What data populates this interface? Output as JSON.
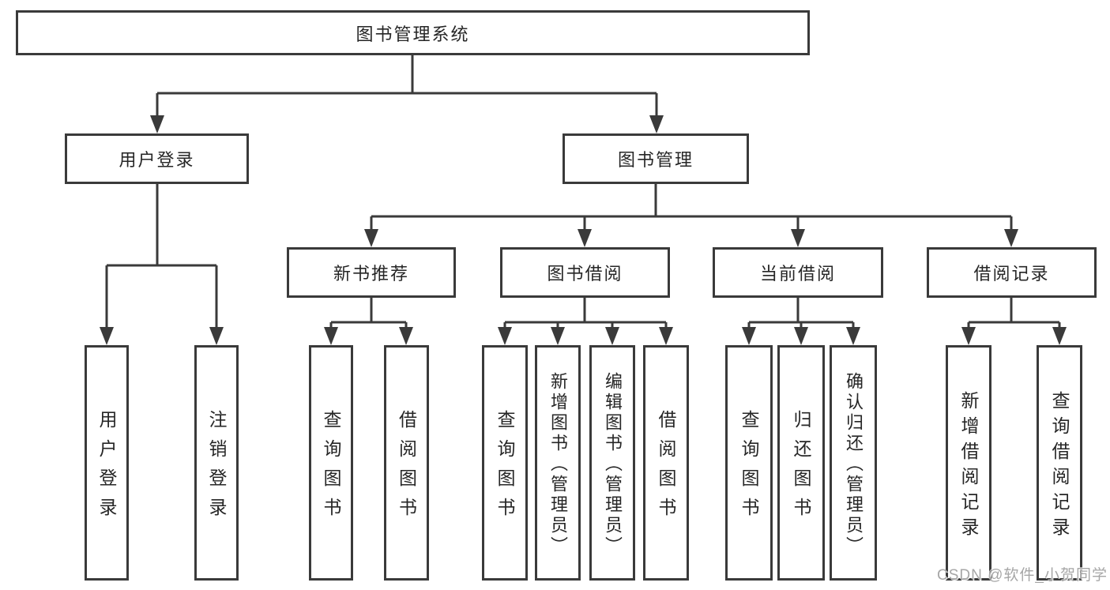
{
  "diagram_title": "图书管理系统",
  "watermark": "CSDN @软件_小贺同学",
  "colors": {
    "line": "#3a3a3a",
    "text": "#262626",
    "background": "#ffffff",
    "watermark": "#a6a6a6"
  },
  "root": {
    "label": "图书管理系统"
  },
  "level2": [
    {
      "id": "user-login",
      "label": "用户登录"
    },
    {
      "id": "book-management",
      "label": "图书管理"
    }
  ],
  "level3": [
    {
      "id": "new-book-recommend",
      "parent": "图书管理",
      "label": "新书推荐"
    },
    {
      "id": "book-borrowing",
      "parent": "图书管理",
      "label": "图书借阅"
    },
    {
      "id": "current-borrowing",
      "parent": "图书管理",
      "label": "当前借阅"
    },
    {
      "id": "borrowing-records",
      "parent": "图书管理",
      "label": "借阅记录"
    }
  ],
  "leaves": [
    {
      "id": "user-login-leaf",
      "parent": "用户登录",
      "label": "用户登录"
    },
    {
      "id": "logout",
      "parent": "用户登录",
      "label": "注销登录"
    },
    {
      "id": "query-books-recommend",
      "parent": "新书推荐",
      "label": "查询图书"
    },
    {
      "id": "borrow-books-recommend",
      "parent": "新书推荐",
      "label": "借阅图书"
    },
    {
      "id": "query-books-borrowing",
      "parent": "图书借阅",
      "label": "查询图书"
    },
    {
      "id": "add-books-admin",
      "parent": "图书借阅",
      "label": "新增图书（管理员）"
    },
    {
      "id": "edit-books-admin",
      "parent": "图书借阅",
      "label": "编辑图书（管理员）"
    },
    {
      "id": "borrow-books",
      "parent": "图书借阅",
      "label": "借阅图书"
    },
    {
      "id": "query-books-current",
      "parent": "当前借阅",
      "label": "查询图书"
    },
    {
      "id": "return-books",
      "parent": "当前借阅",
      "label": "归还图书"
    },
    {
      "id": "confirm-return-admin",
      "parent": "当前借阅",
      "label": "确认归还（管理员）"
    },
    {
      "id": "add-borrow-record",
      "parent": "借阅记录",
      "label": "新增借阅记录"
    },
    {
      "id": "query-borrow-record",
      "parent": "借阅记录",
      "label": "查询借阅记录"
    }
  ]
}
